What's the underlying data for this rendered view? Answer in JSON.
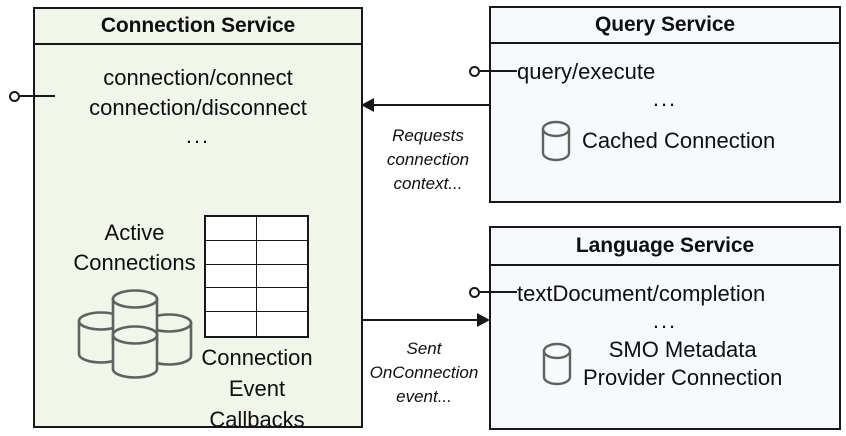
{
  "diagram": {
    "title": "Connection Service interaction diagram",
    "colors": {
      "connection_service_fill": "#F2F5EA",
      "query_service_fill": "#F8F9FC",
      "language_service_fill": "#F8F9FC",
      "stroke": "#17181A",
      "cylinder_stroke": "#5F6360",
      "text": "#0D0F11"
    }
  },
  "connection_service": {
    "title": "Connection Service",
    "operations": [
      "connection/connect",
      "connection/disconnect"
    ],
    "ellipsis": "...",
    "active_connections_label": "Active\nConnections",
    "active_connections_label_line1": "Active",
    "active_connections_label_line2": "Connections",
    "cylinder_count": 4,
    "callbacks_grid": {
      "columns": 2,
      "rows": 5
    },
    "callbacks_label_line1": "Connection",
    "callbacks_label_line2": "Event",
    "callbacks_label_line3": "Callbacks",
    "interface_icon": "lollipop-interface-icon"
  },
  "query_service": {
    "title": "Query Service",
    "operation": "query/execute",
    "ellipsis": "...",
    "resource_label": "Cached Connection",
    "resource_icon": "database-cylinder-icon",
    "interface_icon": "lollipop-interface-icon"
  },
  "language_service": {
    "title": "Language Service",
    "operation": "textDocument/completion",
    "ellipsis": "...",
    "resource_label_line1": "SMO Metadata",
    "resource_label_line2": "Provider Connection",
    "resource_icon": "database-cylinder-icon",
    "interface_icon": "lollipop-interface-icon"
  },
  "connectors": [
    {
      "id": "query-to-connection",
      "direction": "right-to-left",
      "from": "Query Service",
      "to": "Connection Service",
      "label_line1": "Requests",
      "label_line2": "connection",
      "label_line3": "context..."
    },
    {
      "id": "connection-to-language",
      "direction": "left-to-right",
      "from": "Connection Service",
      "to": "Language Service",
      "label_line1": "Sent",
      "label_line2": "OnConnection",
      "label_line3": "event..."
    }
  ]
}
